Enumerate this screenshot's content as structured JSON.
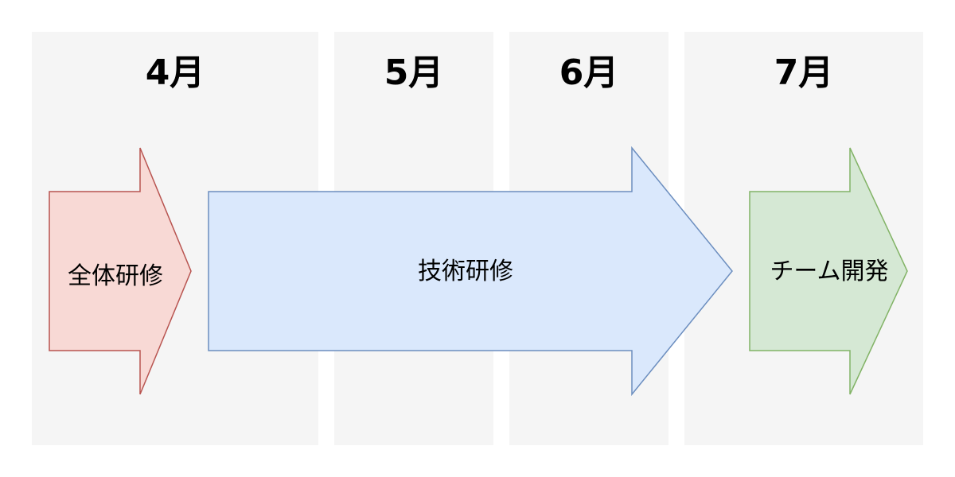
{
  "months": [
    {
      "label": "4月"
    },
    {
      "label": "5月"
    },
    {
      "label": "6月"
    },
    {
      "label": "7月"
    }
  ],
  "phases": [
    {
      "label": "全体研修",
      "fill": "#f8d9d5",
      "stroke": "#b85450"
    },
    {
      "label": "技術研修",
      "fill": "#dae8fc",
      "stroke": "#6c8ebf"
    },
    {
      "label": "チーム開発",
      "fill": "#d5e8d4",
      "stroke": "#82b366"
    }
  ],
  "colors": {
    "column_background": "#f5f5f5",
    "page_background": "#ffffff"
  }
}
